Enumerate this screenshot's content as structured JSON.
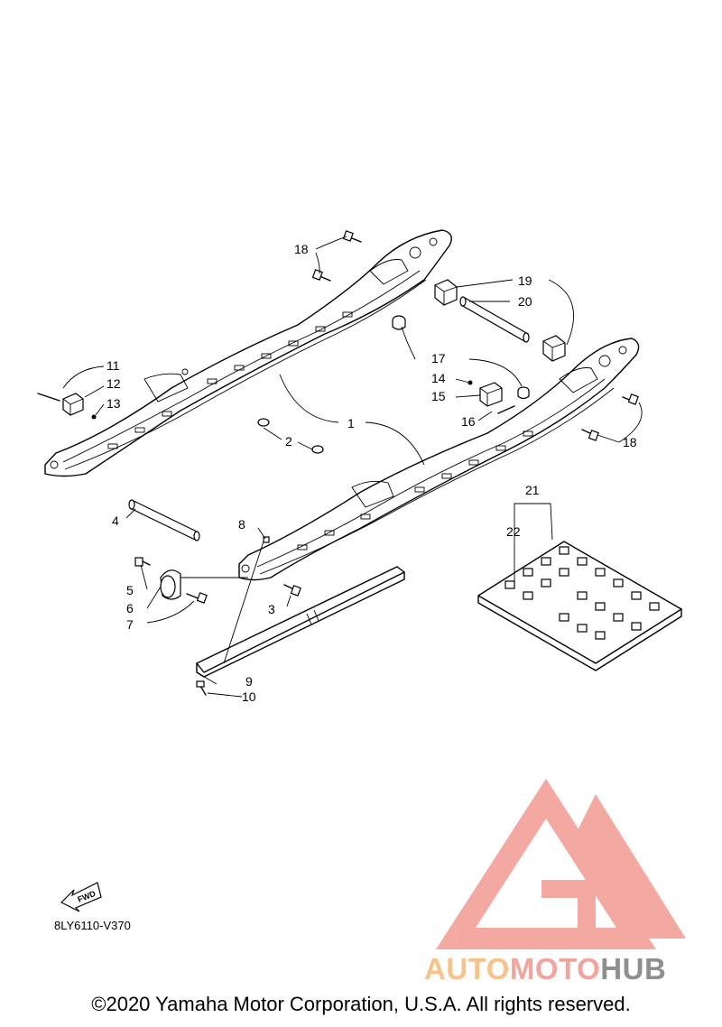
{
  "diagram": {
    "code": "8LY6110-V370",
    "fwd_label": "FWD",
    "callouts": [
      "1",
      "2",
      "3",
      "4",
      "5",
      "6",
      "7",
      "8",
      "9",
      "10",
      "11",
      "12",
      "13",
      "14",
      "15",
      "16",
      "17",
      "18",
      "18",
      "19",
      "20",
      "21",
      "22"
    ]
  },
  "watermark": {
    "brand_part_a": "AUTO",
    "brand_part_b": "MOTO",
    "brand_part_c": "HUB",
    "colors": {
      "logo": "#f3a49c",
      "auto": "#f6c48a",
      "moto": "#f3a49c",
      "hub": "#8f8f8f"
    }
  },
  "footer": {
    "copyright": "©2020 Yamaha Motor Corporation, U.S.A. All rights reserved."
  }
}
